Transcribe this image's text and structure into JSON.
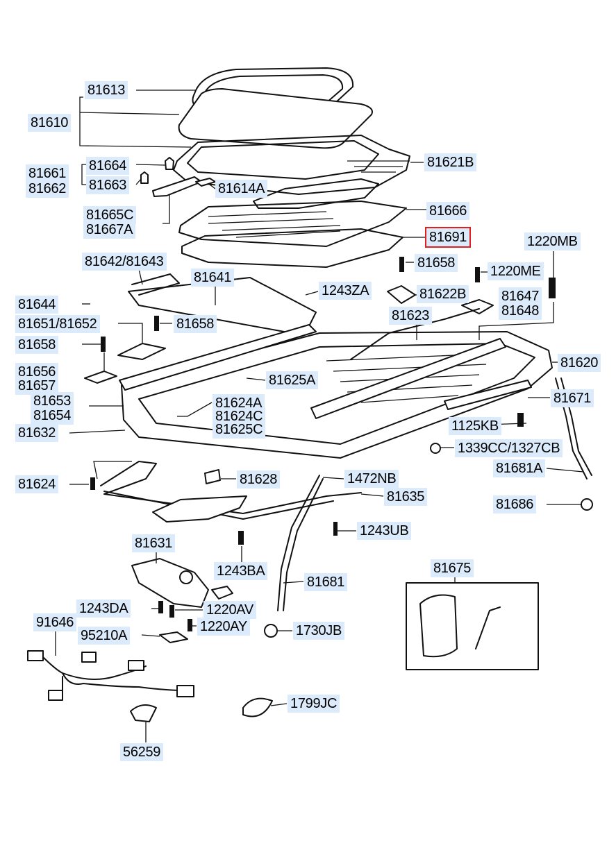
{
  "parts": [
    {
      "id": "p81613",
      "text": "81613"
    },
    {
      "id": "p81610",
      "text": "81610"
    },
    {
      "id": "p81664",
      "text": "81664"
    },
    {
      "id": "p81661",
      "text": "81661"
    },
    {
      "id": "p81662",
      "text": "81662"
    },
    {
      "id": "p81663",
      "text": "81663"
    },
    {
      "id": "p81621B",
      "text": "81621B"
    },
    {
      "id": "p81614A",
      "text": "81614A"
    },
    {
      "id": "p81665C",
      "text": "81665C"
    },
    {
      "id": "p81667A",
      "text": "81667A"
    },
    {
      "id": "p81666",
      "text": "81666"
    },
    {
      "id": "p81691",
      "text": "81691",
      "selected": true
    },
    {
      "id": "p1220MB",
      "text": "1220MB"
    },
    {
      "id": "p81642",
      "text": "81642/81643"
    },
    {
      "id": "p81658a",
      "text": "81658"
    },
    {
      "id": "p1220ME",
      "text": "1220ME"
    },
    {
      "id": "p81641",
      "text": "81641"
    },
    {
      "id": "p1243ZA",
      "text": "1243ZA"
    },
    {
      "id": "p81622B",
      "text": "81622B"
    },
    {
      "id": "p81647",
      "text": "81647"
    },
    {
      "id": "p81648",
      "text": "81648"
    },
    {
      "id": "p81644",
      "text": "81644"
    },
    {
      "id": "p81623",
      "text": "81623"
    },
    {
      "id": "p81651",
      "text": "81651/81652"
    },
    {
      "id": "p81658b",
      "text": "81658"
    },
    {
      "id": "p81658c",
      "text": "81658"
    },
    {
      "id": "p81620",
      "text": "81620"
    },
    {
      "id": "p81656",
      "text": "81656"
    },
    {
      "id": "p81657",
      "text": "81657"
    },
    {
      "id": "p81625A",
      "text": "81625A"
    },
    {
      "id": "p81653",
      "text": "81653"
    },
    {
      "id": "p81654",
      "text": "81654"
    },
    {
      "id": "p81624A",
      "text": "81624A"
    },
    {
      "id": "p81624C",
      "text": "81624C"
    },
    {
      "id": "p81625C",
      "text": "81625C"
    },
    {
      "id": "p81671",
      "text": "81671"
    },
    {
      "id": "p81632",
      "text": "81632"
    },
    {
      "id": "p1125KB",
      "text": "1125KB"
    },
    {
      "id": "p1339CC",
      "text": "1339CC/1327CB"
    },
    {
      "id": "p81681A",
      "text": "81681A"
    },
    {
      "id": "p81624",
      "text": "81624"
    },
    {
      "id": "p81628",
      "text": "81628"
    },
    {
      "id": "p1472NB",
      "text": "1472NB"
    },
    {
      "id": "p81635",
      "text": "81635"
    },
    {
      "id": "p81686",
      "text": "81686"
    },
    {
      "id": "p1243UB",
      "text": "1243UB"
    },
    {
      "id": "p81631",
      "text": "81631"
    },
    {
      "id": "p1243BA",
      "text": "1243BA"
    },
    {
      "id": "p81675",
      "text": "81675"
    },
    {
      "id": "p81681",
      "text": "81681"
    },
    {
      "id": "p1243DA",
      "text": "1243DA"
    },
    {
      "id": "p1220AV",
      "text": "1220AV"
    },
    {
      "id": "p91646",
      "text": "91646"
    },
    {
      "id": "p95210A",
      "text": "95210A"
    },
    {
      "id": "p1220AY",
      "text": "1220AY"
    },
    {
      "id": "p1730JB",
      "text": "1730JB"
    },
    {
      "id": "p1799JC",
      "text": "1799JC"
    },
    {
      "id": "p56259",
      "text": "56259"
    }
  ],
  "colors": {
    "label_bg": "#dcebfb",
    "selected_outline": "#e02020",
    "line": "#111111"
  }
}
